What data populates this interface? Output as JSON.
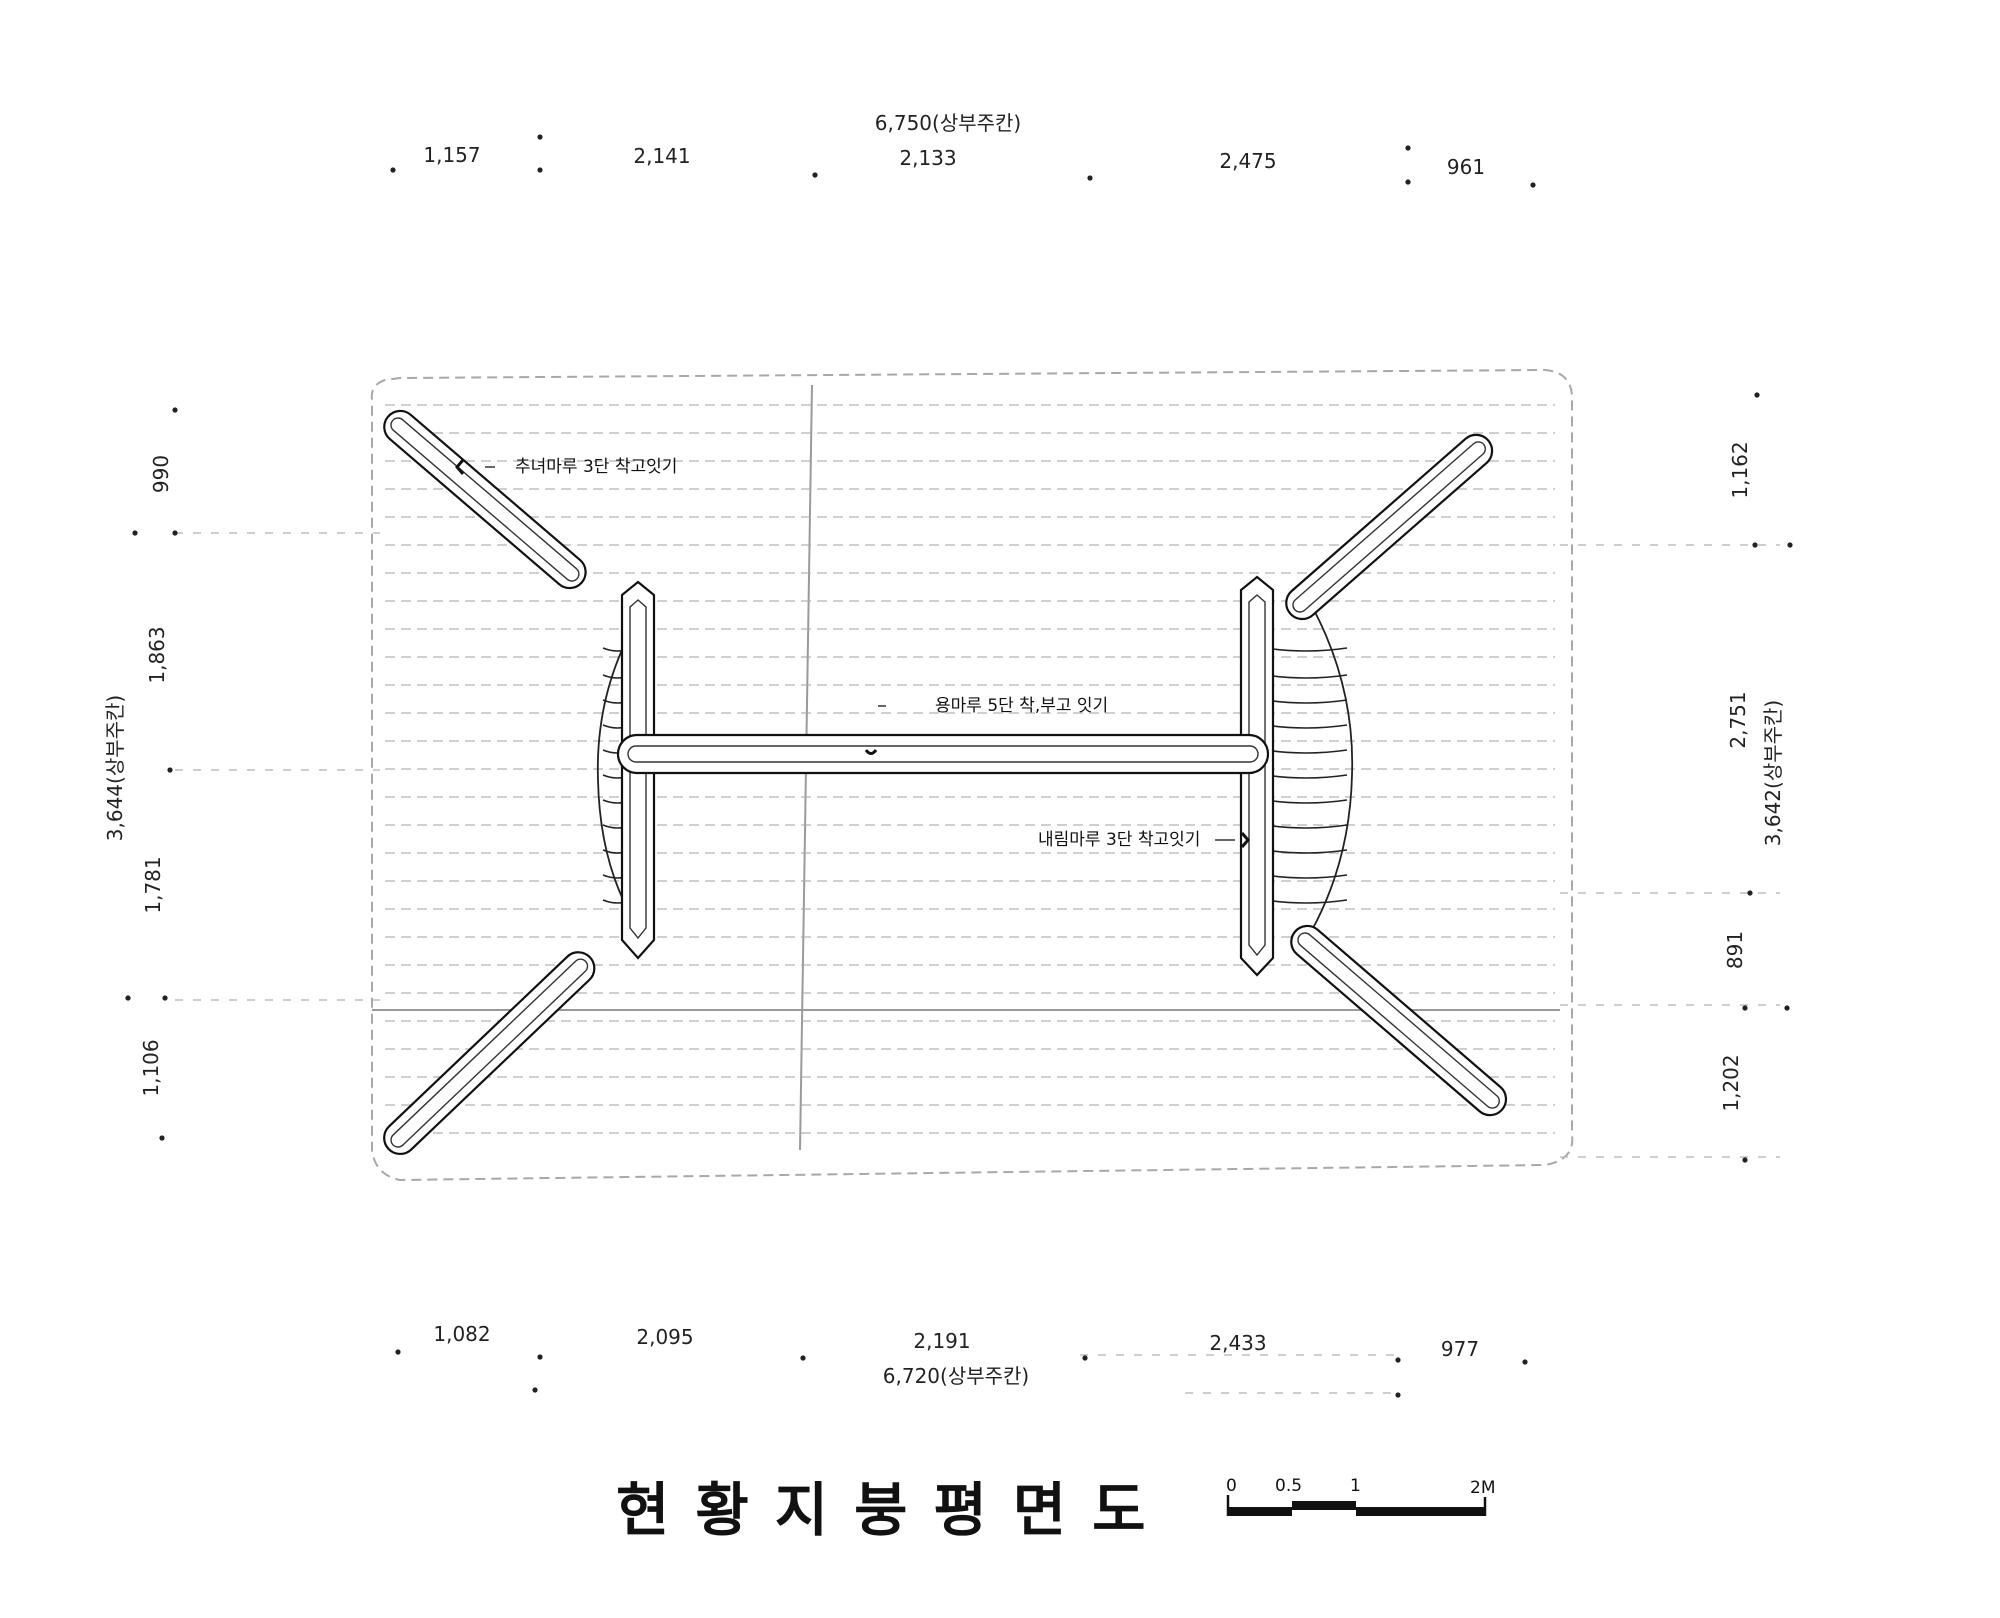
{
  "title": "현황지붕평면도",
  "dimensions": {
    "top_total": "6,750(상부주칸)",
    "top_segments": [
      "1,157",
      "2,141",
      "2,133",
      "2,475",
      "961"
    ],
    "bottom_total": "6,720(상부주칸)",
    "bottom_segments": [
      "1,082",
      "2,095",
      "2,191",
      "2,433",
      "977"
    ],
    "left_total": "3,644(상부주칸)",
    "left_segments": [
      "990",
      "1,863",
      "1,781",
      "1,106"
    ],
    "right_total": "3,642(상부주칸)",
    "right_segments": [
      "1,162",
      "2,751",
      "891",
      "1,202"
    ]
  },
  "annotations": {
    "hip_ridge": "추녀마루 3단 착고잇기",
    "main_ridge": "용마루 5단 착,부고 잇기",
    "descending_ridge": "내림마루 3단 착고잇기"
  },
  "scale_bar": {
    "labels": [
      "0",
      "0.5",
      "1",
      "2M"
    ]
  }
}
